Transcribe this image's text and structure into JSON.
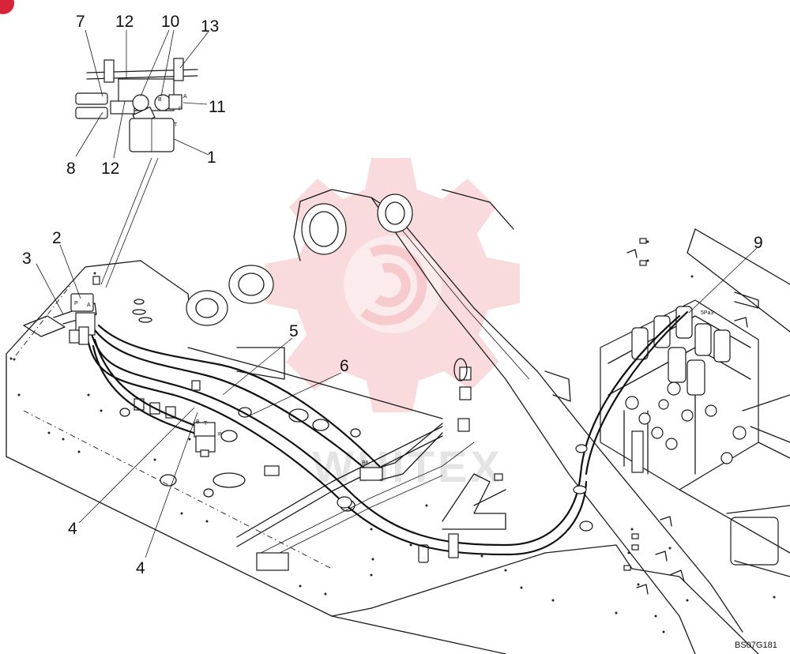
{
  "figure_code": "BS07G181",
  "watermark_text": "WHITEX",
  "corner_badge_color": "#d8243a",
  "watermark_color": "#e85a66",
  "callouts": [
    {
      "id": "c7",
      "text": "7"
    },
    {
      "id": "c12a",
      "text": "12"
    },
    {
      "id": "c10",
      "text": "10"
    },
    {
      "id": "c13",
      "text": "13"
    },
    {
      "id": "c11",
      "text": "11"
    },
    {
      "id": "c1",
      "text": "1"
    },
    {
      "id": "c8",
      "text": "8"
    },
    {
      "id": "c12b",
      "text": "12"
    },
    {
      "id": "c2",
      "text": "2"
    },
    {
      "id": "c3",
      "text": "3"
    },
    {
      "id": "c5",
      "text": "5"
    },
    {
      "id": "c6",
      "text": "6"
    },
    {
      "id": "c9",
      "text": "9"
    },
    {
      "id": "c4a",
      "text": "4"
    },
    {
      "id": "c4b",
      "text": "4"
    }
  ],
  "port_labels": {
    "valve_a": "A",
    "valve_b": "B",
    "valve_p": "P",
    "valve_t": "T",
    "sub_b": "B",
    "sub_t": "T",
    "sub_p": "P",
    "mid_b8": "B8",
    "cv_code": "5Pa3"
  }
}
